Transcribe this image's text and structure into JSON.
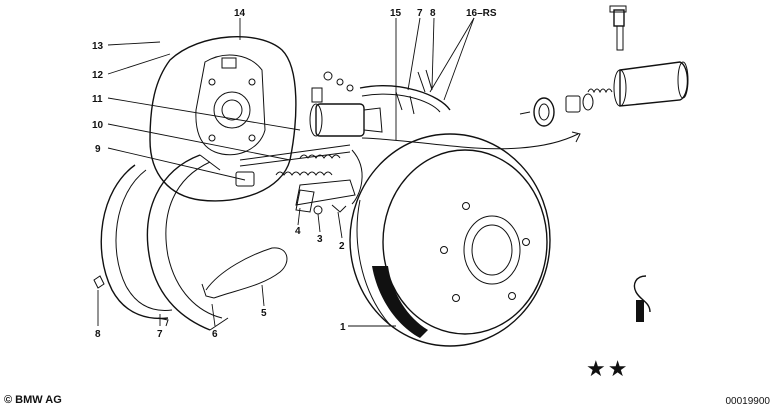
{
  "labels": {
    "l1": "1",
    "l2": "2",
    "l3": "3",
    "l4": "4",
    "l5": "5",
    "l6": "6",
    "l7a": "7",
    "l7b": "7",
    "l8a": "8",
    "l8b": "8",
    "l9": "9",
    "l10": "10",
    "l11": "11",
    "l12": "12",
    "l13": "13",
    "l14": "14",
    "l15": "15",
    "l16": "16–RS"
  },
  "footer": {
    "brand": "© BMW AG",
    "code": "00019900",
    "marks": "★★"
  }
}
